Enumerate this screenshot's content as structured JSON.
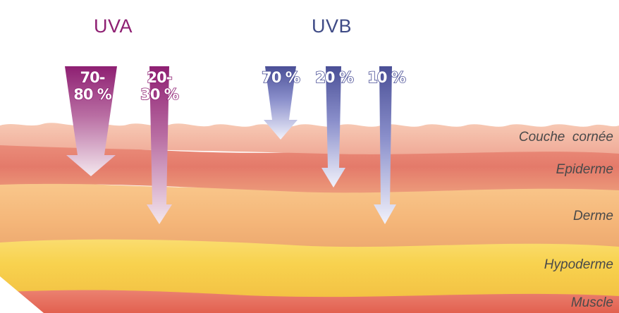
{
  "titles": {
    "uva": "UVA",
    "uvb": "UVB"
  },
  "colors": {
    "uva": "#8e1f72",
    "uvb": "#4a4f96",
    "label": "#4a4a4a"
  },
  "uva_arrows": [
    {
      "line1": "70-",
      "line2": "80 %"
    },
    {
      "line1": "20-",
      "line2": "30 %"
    }
  ],
  "uvb_arrows": [
    {
      "label": "70 %"
    },
    {
      "label": "20 %"
    },
    {
      "label": "10 %"
    }
  ],
  "layers": [
    {
      "name": "Couche  cornée"
    },
    {
      "name": "Epiderme"
    },
    {
      "name": "Derme"
    },
    {
      "name": "Hypoderme"
    },
    {
      "name": "Muscle"
    }
  ]
}
